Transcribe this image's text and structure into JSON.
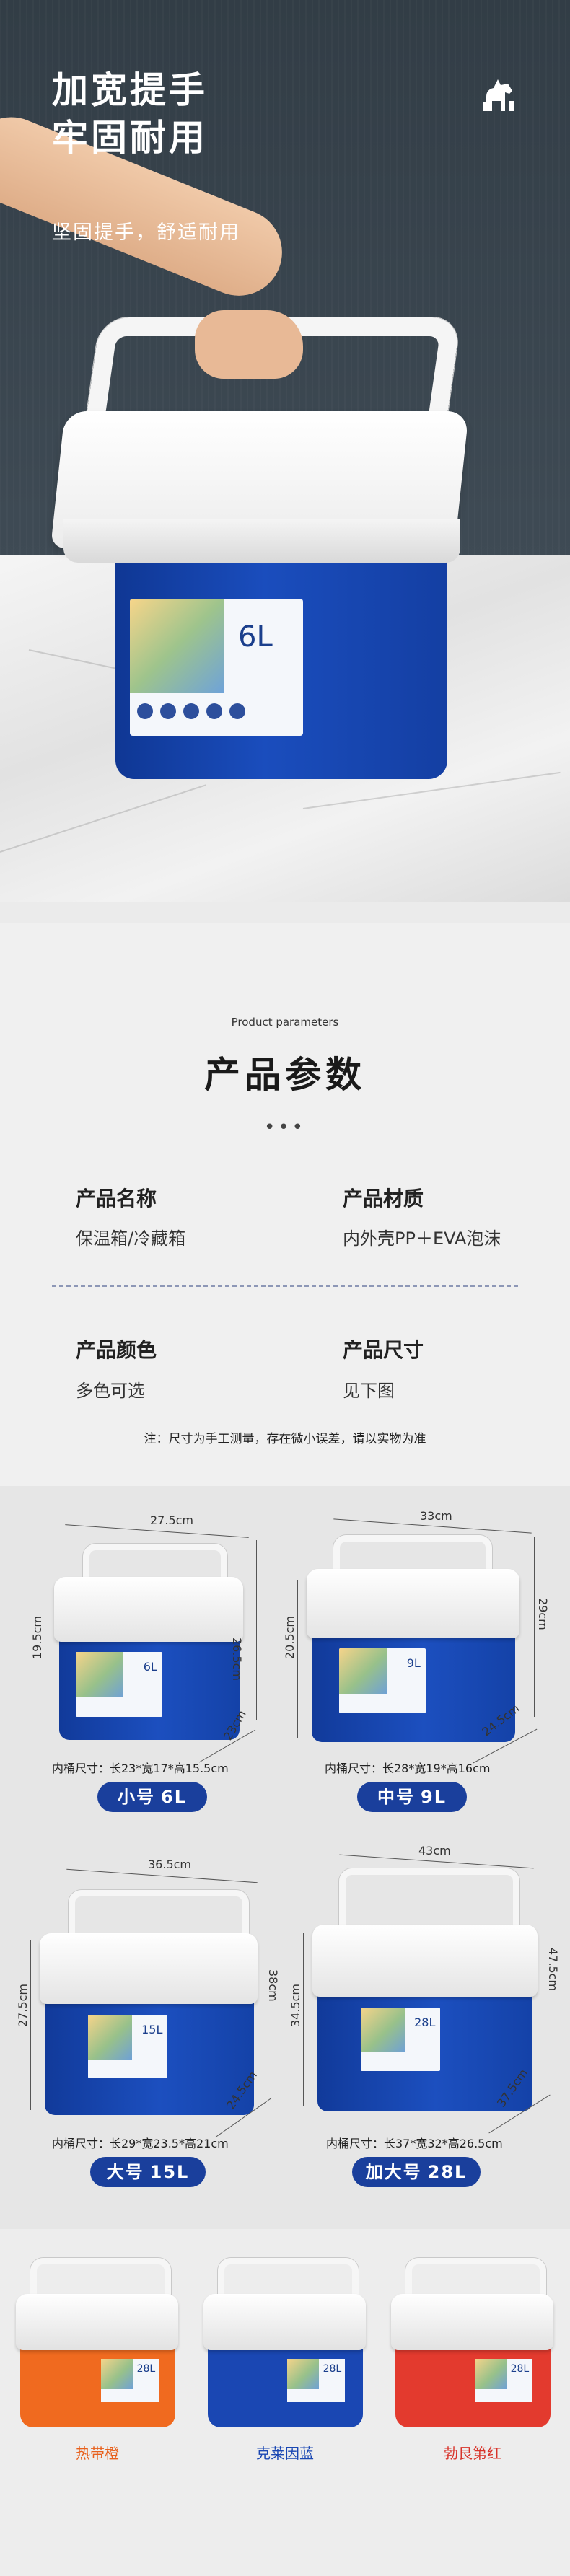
{
  "hero": {
    "title_line1": "加宽提手",
    "title_line2": "牢固耐用",
    "subtitle": "坚固提手，舒适耐用",
    "logo_icon": "horse-logo-icon",
    "cooler_label": "6L"
  },
  "params": {
    "heading_en": "Product parameters",
    "heading_cn": "产品参数",
    "dots": "•••",
    "items": [
      {
        "label": "产品名称",
        "value": "保温箱/冷藏箱"
      },
      {
        "label": "产品材质",
        "value": "内外壳PP＋EVA泡沫"
      },
      {
        "label": "产品颜色",
        "value": "多色可选"
      },
      {
        "label": "产品尺寸",
        "value": "见下图"
      }
    ],
    "note": "注：尺寸为手工测量，存在微小误差，请以实物为准"
  },
  "sizes": [
    {
      "label": "6L",
      "width": "27.5cm",
      "total_height": "26.5cm",
      "body_height": "19.5cm",
      "depth": "23cm",
      "inner": "内桶尺寸：长23*宽17*高15.5cm",
      "tag_name": "小号",
      "tag_size": "6L"
    },
    {
      "label": "9L",
      "width": "33cm",
      "total_height": "29cm",
      "body_height": "20.5cm",
      "depth": "24.5cm",
      "inner": "内桶尺寸：长28*宽19*高16cm",
      "tag_name": "中号",
      "tag_size": "9L"
    },
    {
      "label": "15L",
      "width": "36.5cm",
      "total_height": "38cm",
      "body_height": "27.5cm",
      "depth": "24.5cm",
      "inner": "内桶尺寸：长29*宽23.5*高21cm",
      "tag_name": "大号",
      "tag_size": "15L"
    },
    {
      "label": "28L",
      "width": "43cm",
      "total_height": "47.5cm",
      "body_height": "34.5cm",
      "depth": "37.5cm",
      "inner": "内桶尺寸：长37*宽32*高26.5cm",
      "tag_name": "加大号",
      "tag_size": "28L"
    }
  ],
  "colors": [
    {
      "name": "热带橙",
      "sticker": "28L",
      "body": "#f06a1f",
      "text": "#e8601c"
    },
    {
      "name": "克莱因蓝",
      "sticker": "28L",
      "body": "#1a47b3",
      "text": "#1a47b3"
    },
    {
      "name": "勃艮第红",
      "sticker": "28L",
      "body": "#e33a2e",
      "text": "#d8332a"
    }
  ],
  "palette": {
    "accent_blue": "#1a3f9c",
    "divider": "#8d97b6"
  }
}
